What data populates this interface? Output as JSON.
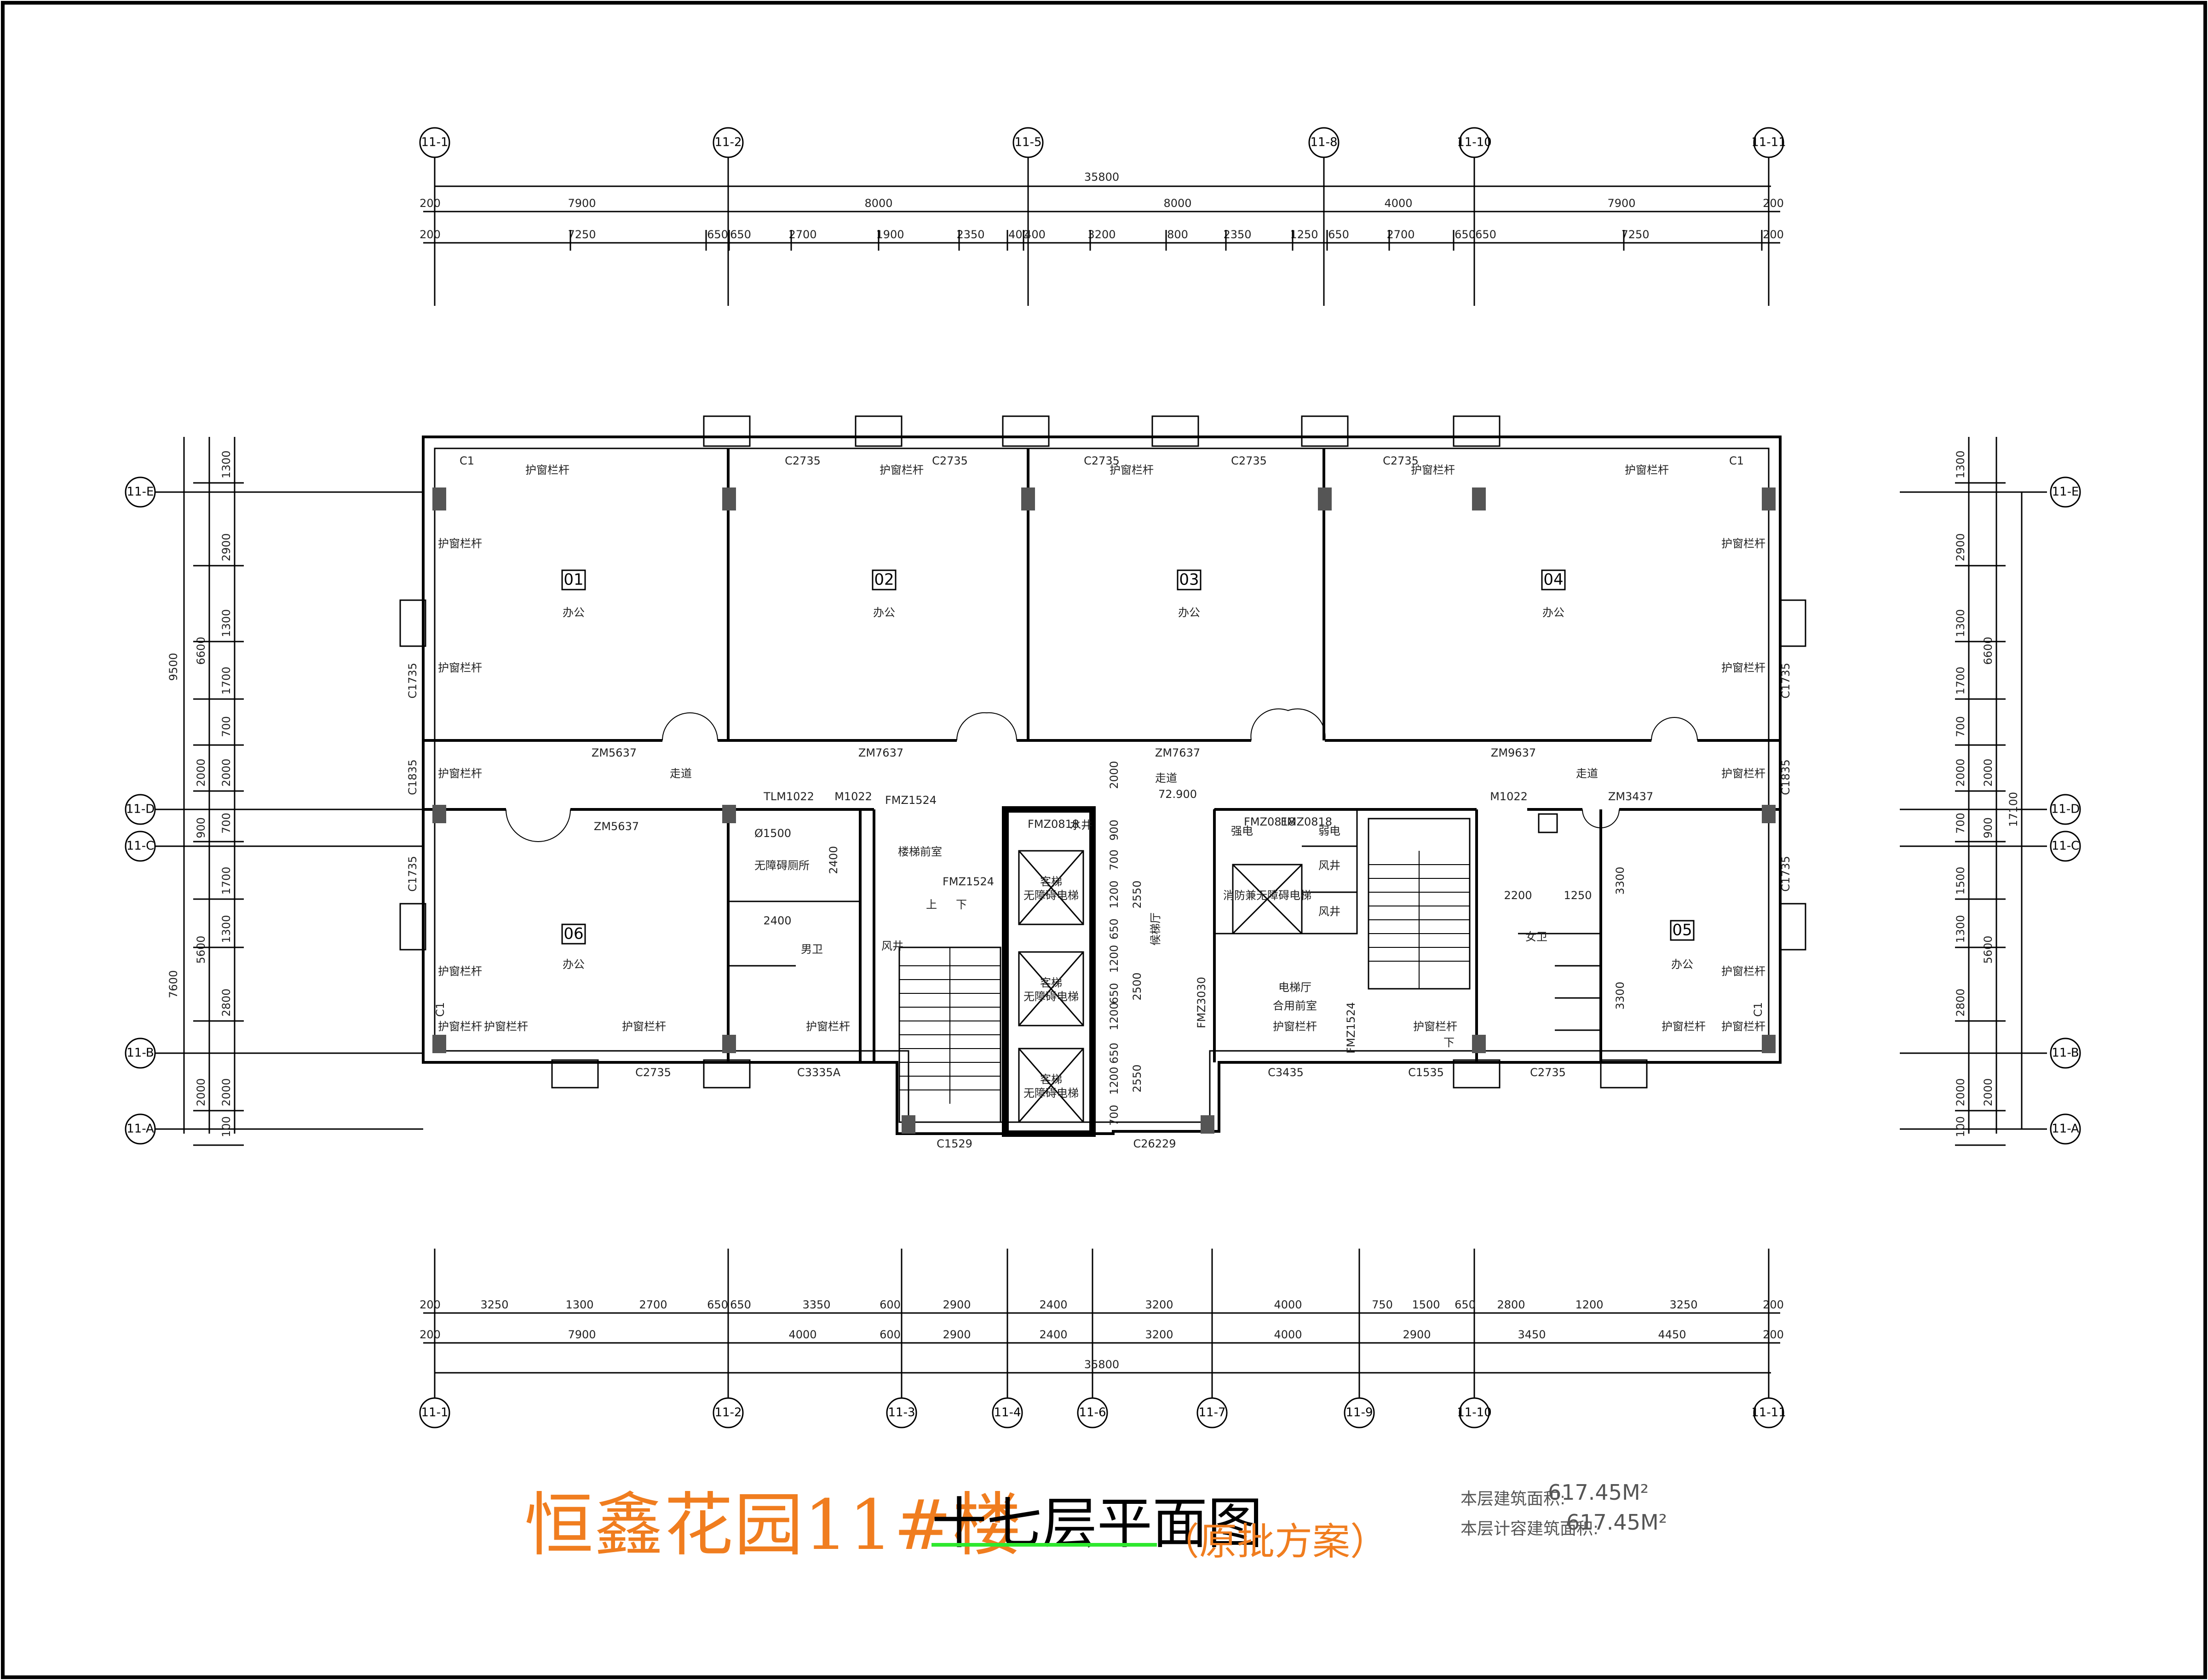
{
  "drawing": {
    "title": "恒鑫花园11#楼",
    "subtitle": "十七层平面图",
    "note": "（原批方案）",
    "area_floor_label": "本层建筑面积:",
    "area_floor_value": "617.45M²",
    "area_calc_label": "本层计容建筑面积:",
    "area_calc_value": "617.45M²"
  },
  "axes": {
    "top": [
      "11-1",
      "11-2",
      "11-5",
      "11-8",
      "11-10",
      "11-11"
    ],
    "bottom": [
      "11-1",
      "11-2",
      "11-3",
      "11-4",
      "11-6",
      "11-7",
      "11-9",
      "11-10",
      "11-11"
    ],
    "left": [
      "11-E",
      "11-D",
      "11-C",
      "11-B",
      "11-A"
    ],
    "right": [
      "11-E",
      "11-D",
      "11-C",
      "11-B",
      "11-A"
    ]
  },
  "dimensions": {
    "top_total": "35800",
    "top_row1": [
      "200",
      "7900",
      "8000",
      "8000",
      "4000",
      "7900",
      "200"
    ],
    "top_row2": [
      "200",
      "7250",
      "650",
      "650",
      "2700",
      "1900",
      "2350",
      "400",
      "400",
      "3200",
      "800",
      "2350",
      "1250",
      "650",
      "2700",
      "650",
      "650",
      "7250",
      "200"
    ],
    "bottom_row1": [
      "200",
      "3250",
      "1300",
      "2700",
      "650",
      "650",
      "3350",
      "600",
      "2900",
      "2400",
      "3200",
      "4000",
      "750",
      "1500",
      "650",
      "2800",
      "1200",
      "3250",
      "200"
    ],
    "bottom_row2": [
      "200",
      "7900",
      "4000",
      "600",
      "2900",
      "2400",
      "3200",
      "4000",
      "2900",
      "3450",
      "4450",
      "200"
    ],
    "bottom_total": "35800",
    "left_total": "9500",
    "left_total2": "7600",
    "left_mid": [
      "6600",
      "2000",
      "900",
      "5600",
      "2000"
    ],
    "left_inner": [
      "1300",
      "2900",
      "1300",
      "1700",
      "700",
      "2000",
      "700",
      "1700",
      "1300",
      "2800",
      "2000",
      "100"
    ],
    "right_total": "17100",
    "right_mid": [
      "6600",
      "2000",
      "900",
      "5600",
      "2000"
    ],
    "right_inner": [
      "1300",
      "2900",
      "1300",
      "1700",
      "700",
      "2000",
      "700",
      "1500",
      "1300",
      "2800",
      "2000",
      "100"
    ]
  },
  "rooms": [
    {
      "no": "01",
      "use": "办公"
    },
    {
      "no": "02",
      "use": "办公"
    },
    {
      "no": "03",
      "use": "办公"
    },
    {
      "no": "04",
      "use": "办公"
    },
    {
      "no": "05",
      "use": "办公"
    },
    {
      "no": "06",
      "use": "办公"
    }
  ],
  "labels": {
    "corridor": "走道",
    "elevation": "72.900",
    "lift_hall": "候梯厅",
    "elevator_hall2": "电梯厅",
    "shared_front_room": "合用前室",
    "stair_front": "楼梯前室",
    "male_wc": "男卫",
    "female_wc": "女卫",
    "accessible_wc": "无障碍厕所",
    "elevator": "客梯",
    "accessible_elev": "无障碍电梯",
    "fire_elev": "消防兼无障碍电梯",
    "wind": "风井",
    "strong": "强电",
    "weak": "弱电",
    "water": "水井",
    "railing": "护窗栏杆",
    "up": "上",
    "down": "下",
    "radius": "Ø1500"
  },
  "tags": {
    "windows": [
      "C1",
      "C2735",
      "C2735",
      "C2735",
      "C2735",
      "C2735",
      "C1",
      "C1735",
      "C1835",
      "C1735",
      "C1735",
      "C1835",
      "C1735",
      "C1",
      "C1",
      "C2735",
      "C3335A",
      "C1529",
      "C26229",
      "C3435",
      "C1535",
      "C2735"
    ],
    "doors": [
      "ZM5637",
      "ZM7637",
      "ZM7637",
      "ZM9637",
      "ZM5637",
      "TLM1022",
      "M1022",
      "FMZ1524",
      "FMZ1524",
      "FMZ0818",
      "FMZ0818",
      "FMZ0818",
      "FMZ3030",
      "FMZ1524",
      "M1022",
      "ZM3437"
    ],
    "dims_inner": [
      "2400",
      "2400",
      "2000",
      "900",
      "700",
      "1200",
      "650",
      "1200",
      "650",
      "1200",
      "650",
      "1200",
      "700",
      "2550",
      "2500",
      "2550",
      "2200",
      "1250",
      "3300",
      "3300"
    ]
  }
}
